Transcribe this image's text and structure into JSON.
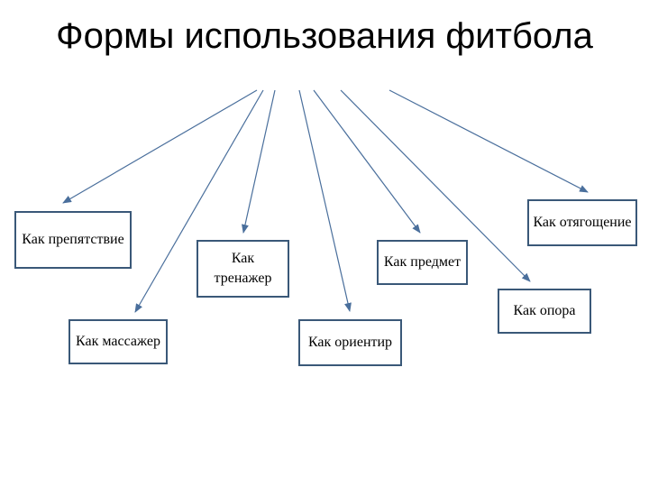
{
  "diagram": {
    "title": "Формы использования фитбола",
    "colors": {
      "arrow": "#4a6f9c",
      "box_border": "#3a5878"
    },
    "nodes": [
      {
        "id": "obstacle",
        "label": "Как препятствие"
      },
      {
        "id": "massager",
        "label": "Как массажер"
      },
      {
        "id": "trainer",
        "label": "Как тренажер"
      },
      {
        "id": "landmark",
        "label": "Как ориентир"
      },
      {
        "id": "object",
        "label": "Как предмет"
      },
      {
        "id": "support",
        "label": "Как опора"
      },
      {
        "id": "weight",
        "label": "Как отягощение"
      }
    ],
    "edges": [
      {
        "from": "title",
        "to": "obstacle"
      },
      {
        "from": "title",
        "to": "massager"
      },
      {
        "from": "title",
        "to": "trainer"
      },
      {
        "from": "title",
        "to": "landmark"
      },
      {
        "from": "title",
        "to": "object"
      },
      {
        "from": "title",
        "to": "support"
      },
      {
        "from": "title",
        "to": "weight"
      }
    ]
  }
}
